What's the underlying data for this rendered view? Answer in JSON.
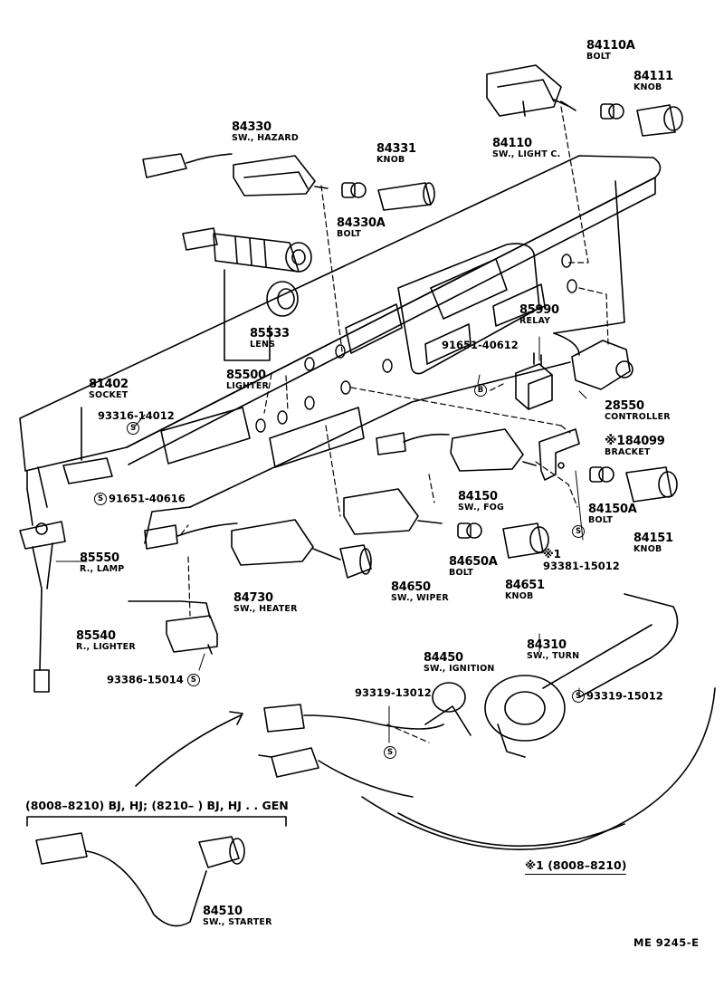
{
  "parts": {
    "p84110A": {
      "number": "84110A",
      "name": "BOLT"
    },
    "p84111": {
      "number": "84111",
      "name": "KNOB"
    },
    "p84110": {
      "number": "84110",
      "name": "SW., LIGHT C."
    },
    "p84330": {
      "number": "84330",
      "name": "SW., HAZARD"
    },
    "p84331": {
      "number": "84331",
      "name": "KNOB"
    },
    "p84330A": {
      "number": "84330A",
      "name": "BOLT"
    },
    "p85533": {
      "number": "85533",
      "name": "LENS"
    },
    "p85500": {
      "number": "85500",
      "name": "LIGHTER"
    },
    "p85990": {
      "number": "85990",
      "name": "RELAY"
    },
    "p81402": {
      "number": "81402",
      "name": "SOCKET"
    },
    "p28550": {
      "number": "28550",
      "name": "CONTROLLER"
    },
    "p84099": {
      "number": "84099",
      "name": "BRACKET"
    },
    "p84150": {
      "number": "84150",
      "name": "SW., FOG"
    },
    "p84150A": {
      "number": "84150A",
      "name": "BOLT"
    },
    "p84151": {
      "number": "84151",
      "name": "KNOB"
    },
    "p85550": {
      "number": "85550",
      "name": "R., LAMP"
    },
    "p84730": {
      "number": "84730",
      "name": "SW., HEATER"
    },
    "p84650A": {
      "number": "84650A",
      "name": "BOLT"
    },
    "p84651": {
      "number": "84651",
      "name": "KNOB"
    },
    "p84650": {
      "number": "84650",
      "name": "SW., WIPER"
    },
    "p85540": {
      "number": "85540",
      "name": "R., LIGHTER"
    },
    "p84450": {
      "number": "84450",
      "name": "SW., IGNITION"
    },
    "p84310": {
      "number": "84310",
      "name": "SW., TURN"
    },
    "p84510": {
      "number": "84510",
      "name": "SW., STARTER"
    }
  },
  "codes": {
    "c91651_40612": "91651-40612",
    "c93316_14012": "93316-14012",
    "c91651_40616": "91651-40616",
    "c93381_15012": "93381-15012",
    "c93386_15014": "93386-15014",
    "c93319_13012": "93319-13012",
    "c93319_15012": "93319-15012"
  },
  "symbols": {
    "s_mark": "S",
    "b_mark": "B",
    "star_note": "※1",
    "star_bracket": "※1"
  },
  "notes": {
    "gen_note": "(8008–8210) BJ, HJ; (8210–          ) BJ, HJ . . GEN",
    "star_legend": "※1 (8008–8210)",
    "reference": "ME  9245-E"
  }
}
